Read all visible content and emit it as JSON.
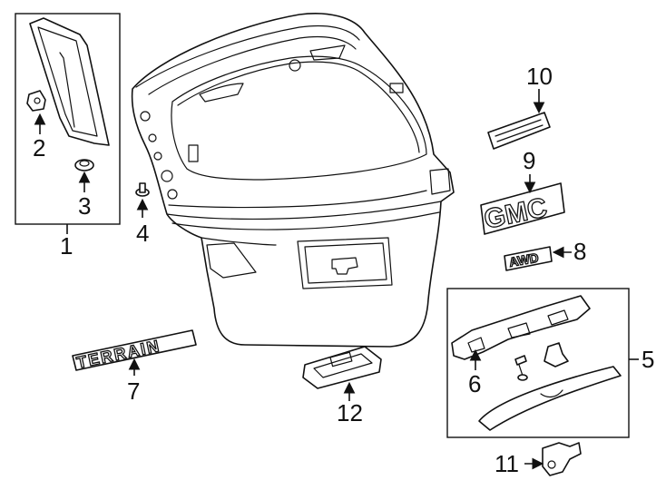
{
  "callouts": {
    "c1": "1",
    "c2": "2",
    "c3": "3",
    "c4": "4",
    "c5": "5",
    "c6": "6",
    "c7": "7",
    "c8": "8",
    "c9": "9",
    "c10": "10",
    "c11": "11",
    "c12": "12"
  },
  "emblems": {
    "terrain": "TERRAIN",
    "gmc": "GMC",
    "awd": "AWD"
  }
}
